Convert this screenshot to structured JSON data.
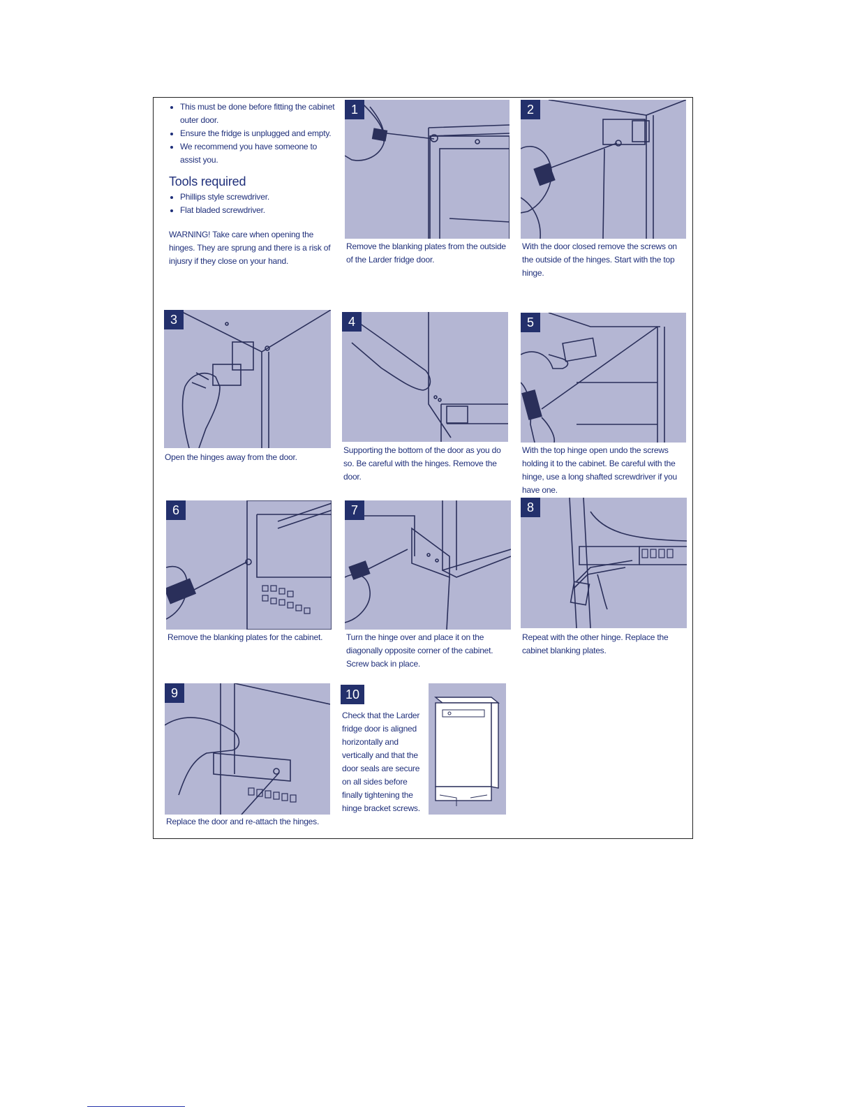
{
  "intro": {
    "bullets": [
      "This must be done before fitting the cabinet outer door.",
      "Ensure the fridge is unplugged and empty.",
      "We recommend you have someone to assist you."
    ],
    "tools_heading": "Tools required",
    "tools": [
      "Phillips style screwdriver.",
      "Flat bladed screwdriver."
    ],
    "warning": "WARNING! Take care when opening the hinges. They are sprung and there is a risk of injusry if they close on your hand."
  },
  "steps": [
    {
      "number": "1",
      "caption": "Remove the blanking plates from the outside of the Larder fridge door."
    },
    {
      "number": "2",
      "caption": "With the door closed remove the screws on the outside of the hinges. Start with the top hinge."
    },
    {
      "number": "3",
      "caption": "Open the hinges away from the door."
    },
    {
      "number": "4",
      "caption": "Supporting the bottom of the door as you do so. Be careful with the hinges. Remove the door."
    },
    {
      "number": "5",
      "caption": "With the top hinge open undo the screws holding it to the cabinet. Be careful with the hinge, use a long shafted screwdriver if you have one."
    },
    {
      "number": "6",
      "caption": "Remove the blanking plates for the cabinet."
    },
    {
      "number": "7",
      "caption": "Turn the hinge over and place it on the diagonally opposite corner of the cabinet. Screw back in place."
    },
    {
      "number": "8",
      "caption": "Repeat with the other hinge. Replace the cabinet blanking plates."
    },
    {
      "number": "9",
      "caption": "Replace the door and re-attach the hinges."
    },
    {
      "number": "10",
      "caption": "Check that the Larder fridge door is aligned horizontally and vertically and that the door seals are secure on all sides before finally tightening the hinge bracket screws."
    }
  ],
  "colors": {
    "panel": "#b4b6d3",
    "badge": "#23306c",
    "text": "#1f2f7a",
    "line": "#2a2f5a"
  }
}
